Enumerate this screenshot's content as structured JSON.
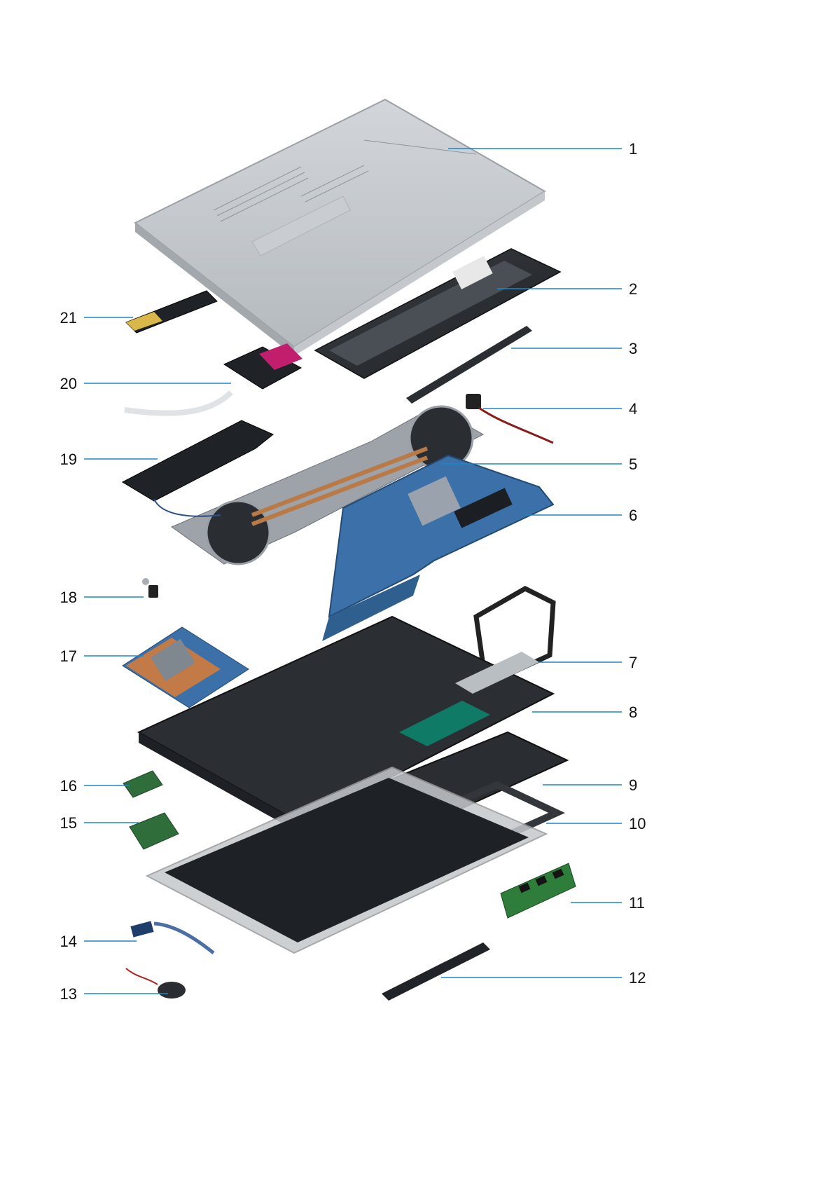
{
  "accent_color": "#1f86c8",
  "callouts": [
    {
      "number": "1",
      "part": "base-cover"
    },
    {
      "number": "2",
      "part": "battery"
    },
    {
      "number": "3",
      "part": "battery-bar"
    },
    {
      "number": "4",
      "part": "dc-in-port"
    },
    {
      "number": "5",
      "part": "heat-sink"
    },
    {
      "number": "6",
      "part": "system-board"
    },
    {
      "number": "7",
      "part": "bracket"
    },
    {
      "number": "8",
      "part": "palm-rest"
    },
    {
      "number": "9",
      "part": "keyboard"
    },
    {
      "number": "10",
      "part": "keyboard-lattice"
    },
    {
      "number": "11",
      "part": "memory-module"
    },
    {
      "number": "12",
      "part": "touchpad-buttons"
    },
    {
      "number": "13",
      "part": "coin-cell-battery"
    },
    {
      "number": "14",
      "part": "small-board"
    },
    {
      "number": "15",
      "part": "wwan-card"
    },
    {
      "number": "16",
      "part": "wlan-card"
    },
    {
      "number": "17",
      "part": "graphics-card"
    },
    {
      "number": "18",
      "part": "power-button"
    },
    {
      "number": "19",
      "part": "speakers"
    },
    {
      "number": "20",
      "part": "card-reader"
    },
    {
      "number": "21",
      "part": "ssd"
    }
  ]
}
